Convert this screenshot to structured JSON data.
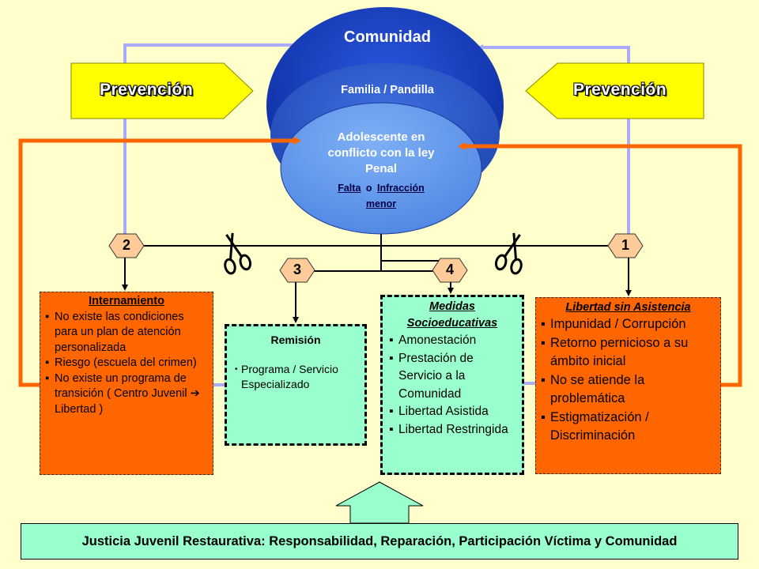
{
  "circles": {
    "outer_label": "Comunidad",
    "middle_label": "Familia / Pandilla",
    "inner_label": "Adolescente en conflicto con la ley Penal",
    "inner_falta": "Falta",
    "inner_o": "o",
    "inner_infraccion": "Infracción",
    "inner_menor": "menor"
  },
  "prevention": {
    "left_label": "Prevención",
    "right_label": "Prevención"
  },
  "numbers": {
    "n1": "1",
    "n2": "2",
    "n3": "3",
    "n4": "4"
  },
  "internamiento": {
    "title": "Internamiento",
    "items": [
      "No existe las condiciones para un plan de atención personalizada",
      "Riesgo (escuela del crimen)",
      "No existe un programa de transición ( Centro Juvenil  ➔ Libertad )"
    ]
  },
  "remision": {
    "title": "Remisión",
    "items": [
      "Programa / Servicio Especializado"
    ]
  },
  "medidas": {
    "title": "Medidas Socioeducativas",
    "items": [
      "Amonestación",
      "Prestación de Servicio a la Comunidad",
      "Libertad Asistida",
      "Libertad Restringida"
    ]
  },
  "libertad": {
    "title": "Libertad sin Asistencia",
    "items": [
      "Impunidad / Corrupción",
      "Retorno pernicioso a su ámbito inicial",
      "No se atiende la problemática",
      "Estigmatización / Discriminación"
    ]
  },
  "footer": {
    "text": "Justicia Juvenil Restaurativa: Responsabilidad, Reparación, Participación Víctima y Comunidad"
  },
  "colors": {
    "orange": "#ff6600",
    "mint": "#99ffcc",
    "lavender": "#aaaaff",
    "yellow": "#ffff00",
    "background": "#ffffcc"
  },
  "icons": [
    "scissors-icon",
    "up-arrow-icon",
    "pentagon-arrow-icon"
  ]
}
